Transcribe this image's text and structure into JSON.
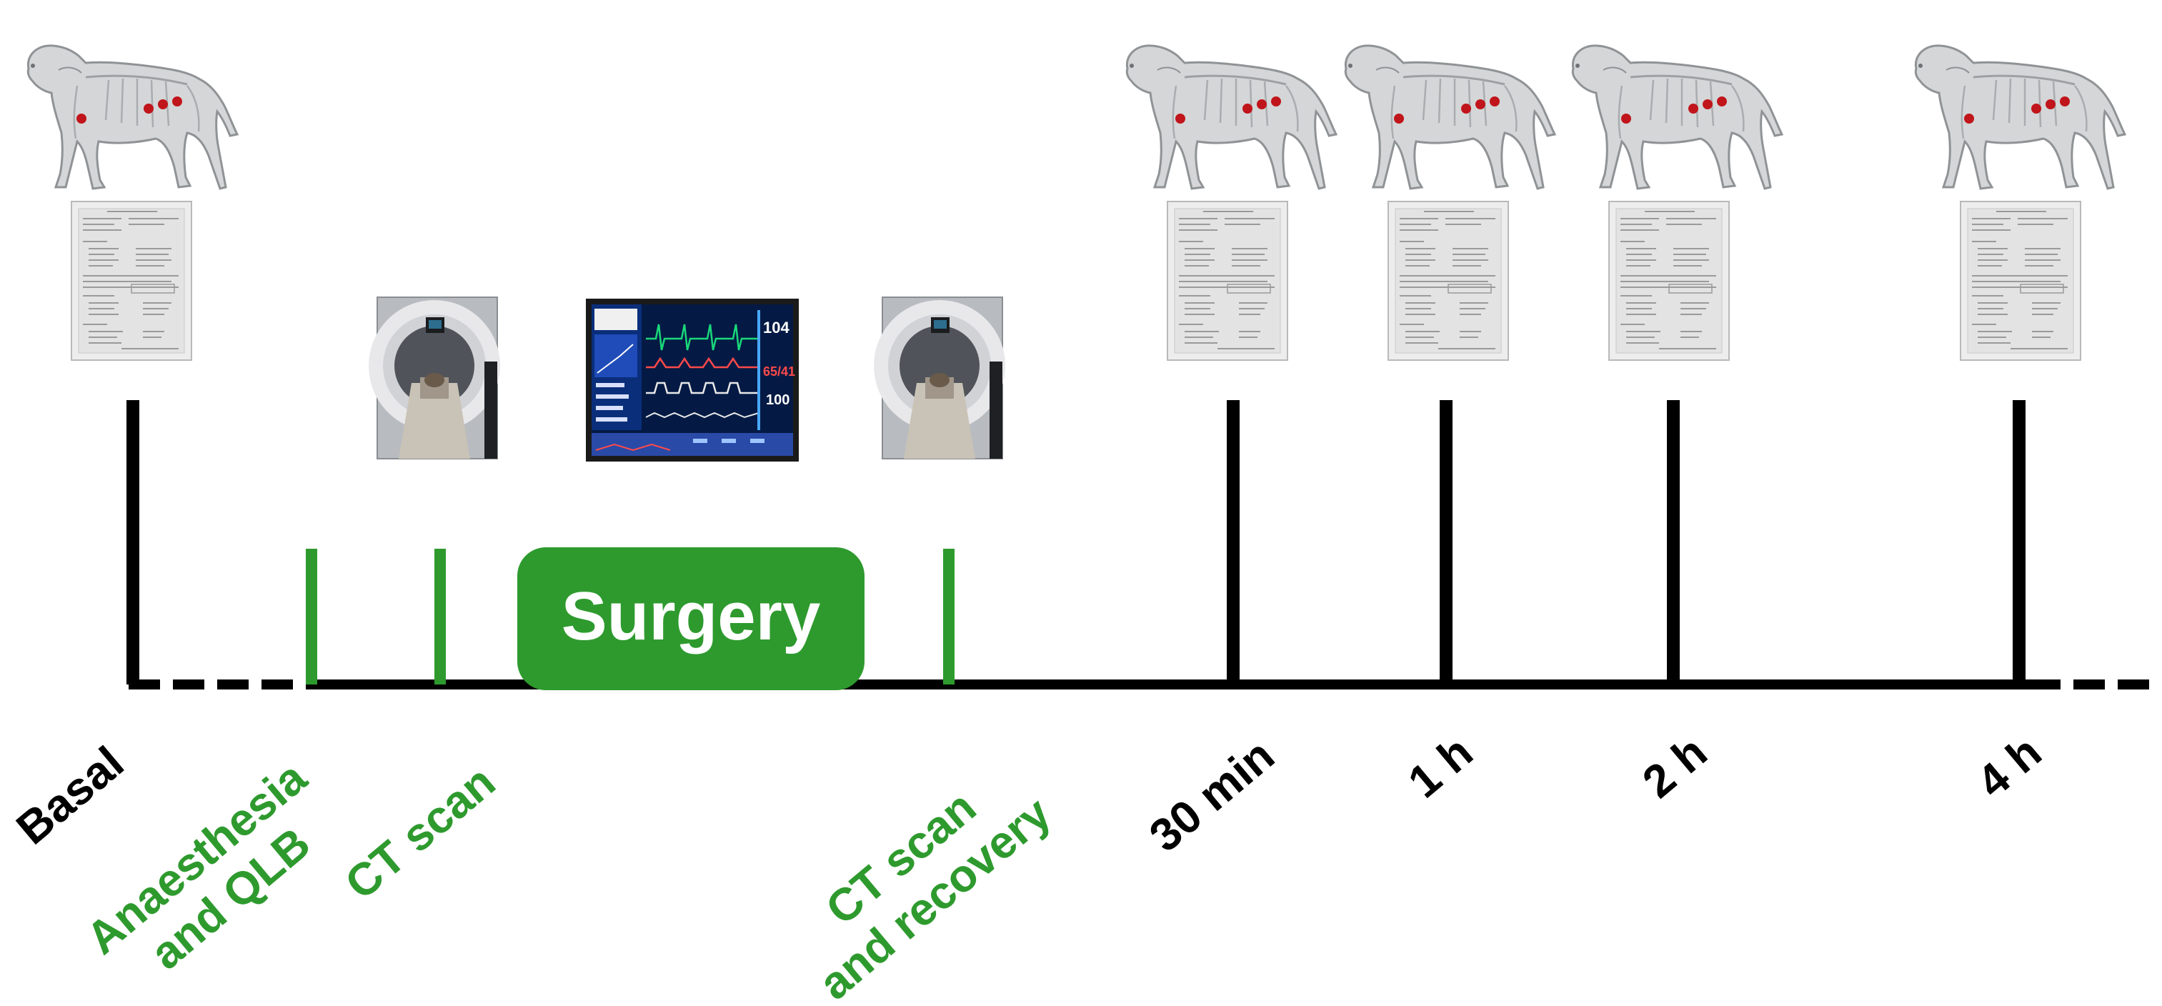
{
  "diagram": {
    "surgery_label": "Surgery",
    "timepoints": [
      {
        "id": "basal",
        "label": "Basal",
        "kind": "assessment"
      },
      {
        "id": "anaesthesia",
        "label_lines": [
          "Anaesthesia",
          "and QLB"
        ],
        "kind": "procedure"
      },
      {
        "id": "ct1",
        "label": "CT scan",
        "kind": "procedure"
      },
      {
        "id": "ct2",
        "label_lines": [
          "CT scan",
          "and recovery"
        ],
        "kind": "procedure"
      },
      {
        "id": "t30",
        "label": "30 min",
        "kind": "assessment"
      },
      {
        "id": "t1h",
        "label": "1 h",
        "kind": "assessment"
      },
      {
        "id": "t2h",
        "label": "2 h",
        "kind": "assessment"
      },
      {
        "id": "t4h",
        "label": "4 h",
        "kind": "assessment"
      }
    ],
    "monitor_values": [
      "104",
      "65/41",
      "100"
    ],
    "icons": {
      "dog": "dog-skeleton-icon",
      "form": "pain-scale-form-icon",
      "ct": "ct-scanner-photo",
      "monitor": "anaesthesia-monitor-photo"
    },
    "colors": {
      "assessment": "#000000",
      "procedure": "#2e9a2e",
      "surgery_box": "#2e9a2e",
      "dog_marker": "#c0151b"
    }
  }
}
